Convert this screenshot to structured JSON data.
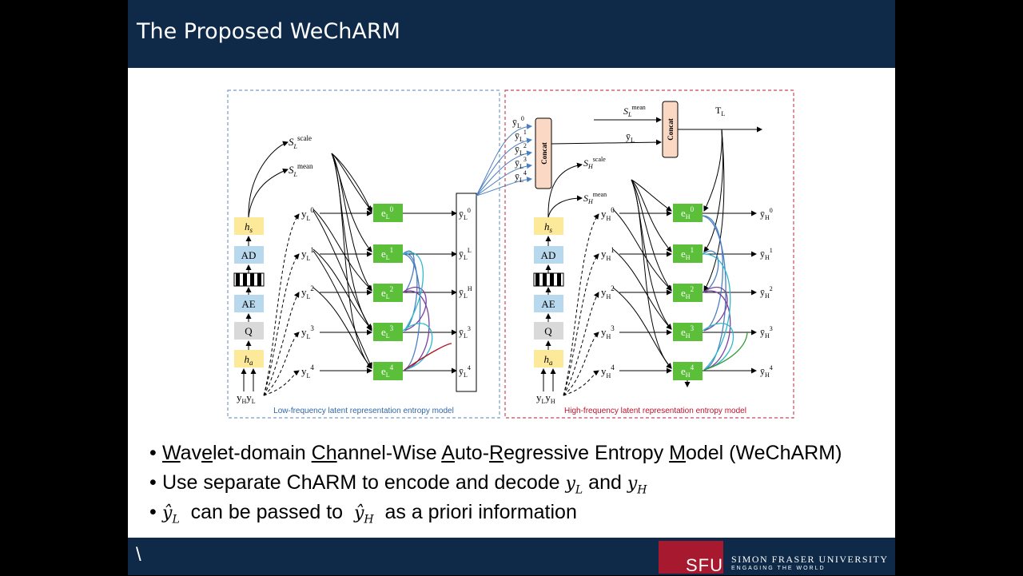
{
  "slide": {
    "title": "The Proposed WeChARM",
    "footer_mark": "\\",
    "logo": {
      "abbr": "SFU",
      "name": "SIMON FRASER UNIVERSITY",
      "tagline": "ENGAGING THE WORLD"
    }
  },
  "diagram": {
    "low_caption": "Low-frequency latent representation entropy model",
    "high_caption": "High-frequency latent representation entropy model",
    "hyper_blocks": [
      "h_s",
      "AD",
      "AE",
      "Q",
      "h_a"
    ],
    "concat_label": "Concat",
    "low_inputs": "y_H y_L",
    "high_inputs": "y_L y_H",
    "t_label": "T_L"
  },
  "bullets": [
    {
      "segments": [
        {
          "t": "W",
          "u": true
        },
        {
          "t": "av"
        },
        {
          "t": "e",
          "u": true
        },
        {
          "t": "let-domain "
        },
        {
          "t": "Ch",
          "u": true
        },
        {
          "t": "annel-Wise "
        },
        {
          "t": "A",
          "u": true
        },
        {
          "t": "uto-"
        },
        {
          "t": "R",
          "u": true
        },
        {
          "t": "egressive Entropy "
        },
        {
          "t": "M",
          "u": true
        },
        {
          "t": "odel (WeChARM)"
        }
      ]
    },
    {
      "text_before": "Use separate ChARM to encode and decode ",
      "m1": "y",
      "m1_sub": "L",
      "and": " and ",
      "m2": "y",
      "m2_sub": "H"
    },
    {
      "m1": "ŷ",
      "m1_sub": "L",
      "middle": "  can be passed to  ",
      "m2": "ŷ",
      "m2_sub": "H",
      "after": "  as a priori information"
    }
  ]
}
